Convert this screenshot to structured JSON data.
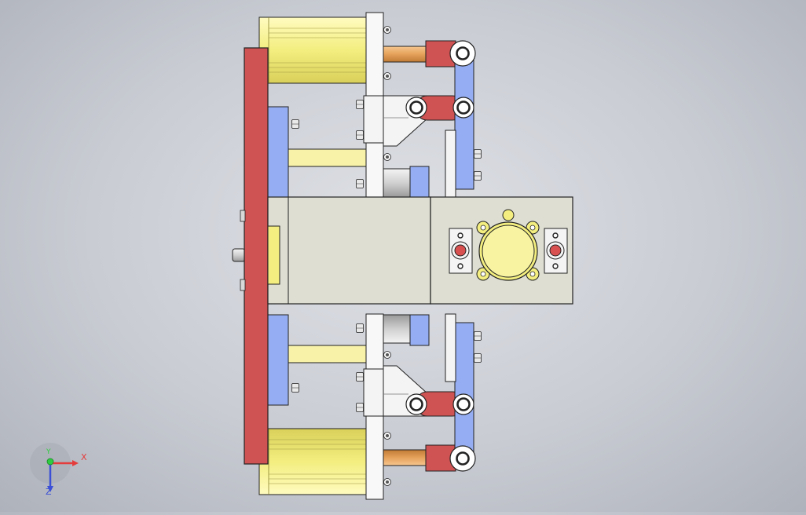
{
  "viewport": {
    "colors": {
      "background": "#c9ccd3",
      "red_plate": "#cf5353",
      "yellow_cylinder": "#f3ee7f",
      "yellow_rod": "#f7f2a8",
      "blue_block": "#95aef3",
      "white_plate": "#f7f7f7",
      "gray_body": "#deded3",
      "orange_rod": "#e5a25b",
      "outline": "#1c1c1c"
    }
  },
  "triad": {
    "x_label": "X",
    "y_label": "Y",
    "z_label": "Z",
    "x_color": "#e43c3c",
    "y_color": "#2ecc40",
    "z_color": "#3a4fd6"
  }
}
